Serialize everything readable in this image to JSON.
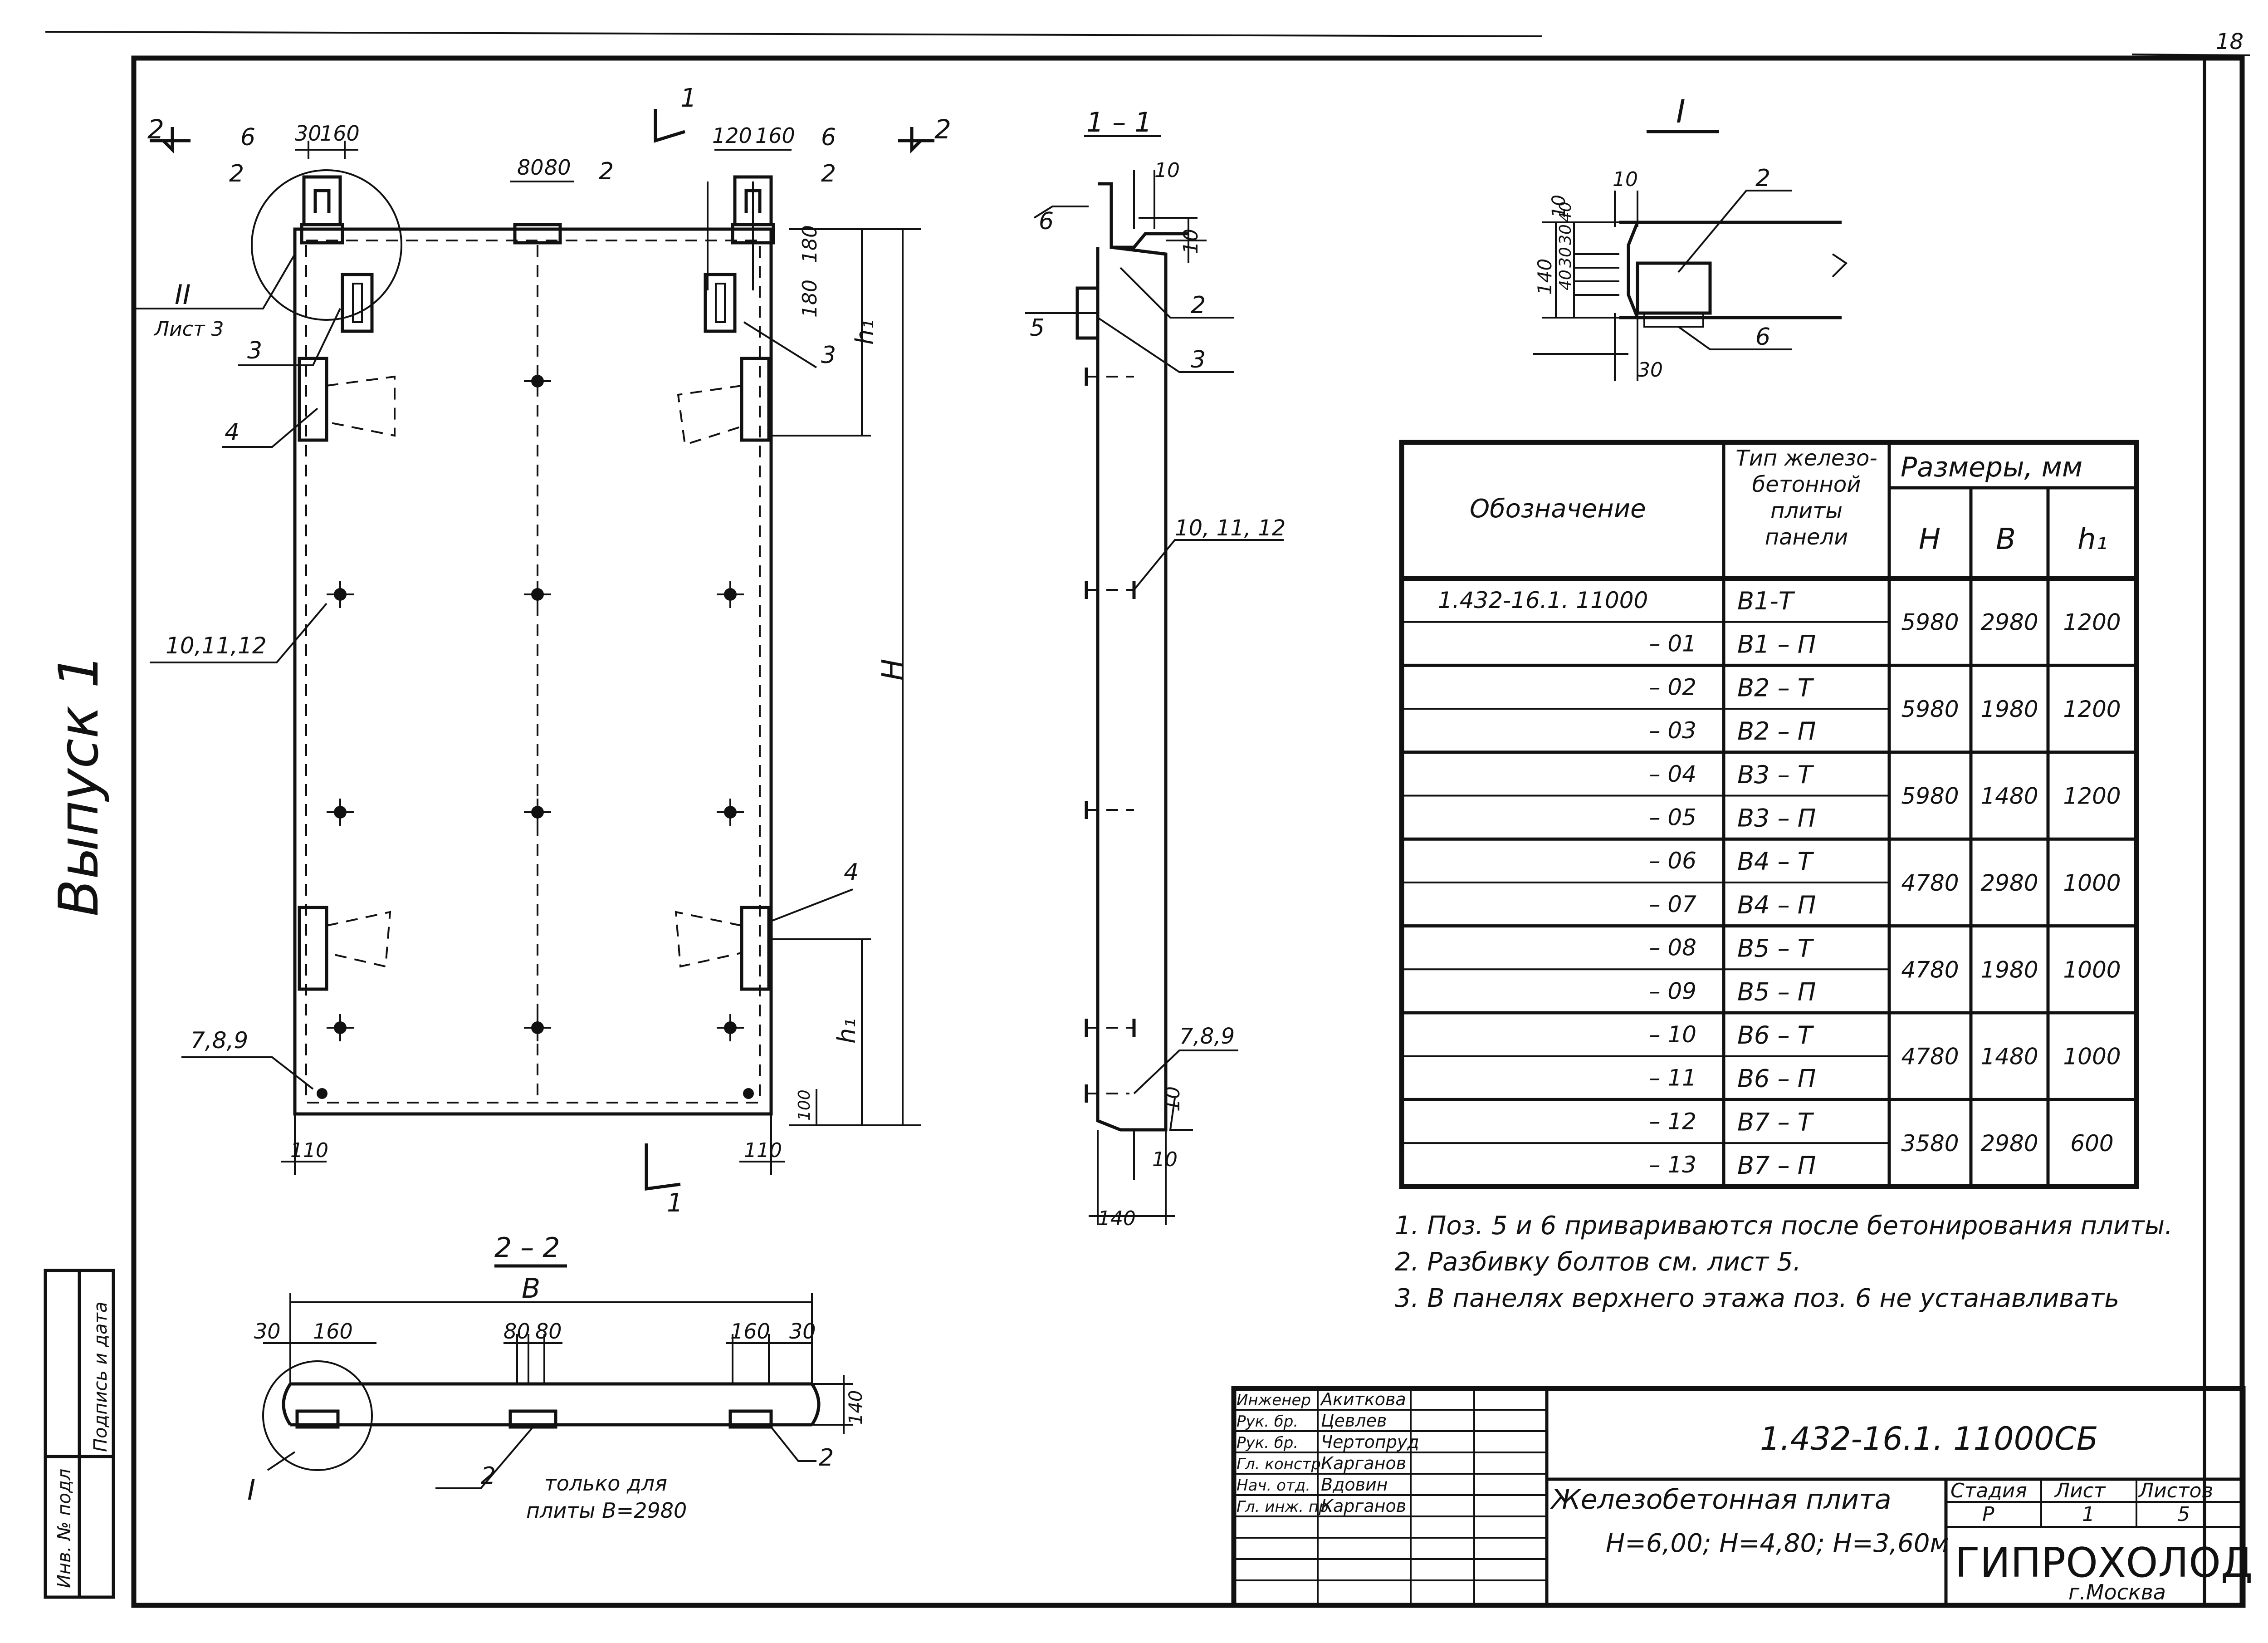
{
  "sheet_number": "18",
  "side": {
    "vypusk": "Выпуск 1"
  },
  "margin_stamp": {
    "col1": "Инв. № подл",
    "col2": "Подпись и дата"
  },
  "views": {
    "plan": {
      "section_mark_left": "2",
      "section_mark_right": "2",
      "cut_1_top": "1",
      "cut_1_bottom": "1",
      "dims_top_left": [
        "30",
        "160"
      ],
      "dims_top_mid": [
        "80",
        "80"
      ],
      "dims_top_right": [
        "120",
        "160"
      ],
      "dims_right_v": [
        "180",
        "180"
      ],
      "dim_h_upper": "h₁",
      "dim_H": "H",
      "dim_h_lower": "h₁",
      "dim_bottom_right_v": "100",
      "dims_bottom": [
        "110",
        "110"
      ],
      "pos_labels": [
        "6",
        "2",
        "2",
        "6",
        "2",
        "3",
        "3",
        "4",
        "4",
        "10,11,12",
        "7,8,9"
      ],
      "node_ref": "II",
      "node_ref_sheet": "Лист 3"
    },
    "section_1_1": {
      "title": "1 – 1",
      "dims": [
        "10",
        "10",
        "10",
        "10",
        "140"
      ],
      "pos_labels": [
        "6",
        "5",
        "2",
        "3",
        "10, 11, 12",
        "7,8,9"
      ]
    },
    "node_I": {
      "title": "I",
      "dims_v": [
        "140",
        "40",
        "30",
        "30",
        "40"
      ],
      "dims_other": [
        "10",
        "10",
        "30"
      ],
      "pos_labels": [
        "2",
        "6"
      ]
    },
    "section_2_2": {
      "title": "2 – 2",
      "dim_B": "B",
      "dims": [
        "30",
        "160",
        "80",
        "80",
        "160",
        "30"
      ],
      "dim_right_v": "140",
      "node_ref": "I",
      "pos_labels": [
        "2",
        "2"
      ],
      "note_line1": "только для",
      "note_line2": "плиты B=2980"
    }
  },
  "table": {
    "headers": {
      "designation": "Обозначение",
      "type": "Тип железо-бетонной плиты панели",
      "sizes": "Размеры, мм",
      "H": "H",
      "B": "B",
      "h1": "h₁"
    },
    "rows": [
      {
        "designation": "1.432-16.1. 11000",
        "type": "В1-Т"
      },
      {
        "designation": "– 01",
        "type": "В1 – П"
      },
      {
        "designation": "– 02",
        "type": "В2 – Т"
      },
      {
        "designation": "– 03",
        "type": "В2 – П"
      },
      {
        "designation": "– 04",
        "type": "В3 – Т"
      },
      {
        "designation": "– 05",
        "type": "В3 – П"
      },
      {
        "designation": "– 06",
        "type": "В4 – Т"
      },
      {
        "designation": "– 07",
        "type": "В4 – П"
      },
      {
        "designation": "– 08",
        "type": "В5 – Т"
      },
      {
        "designation": "– 09",
        "type": "В5 – П"
      },
      {
        "designation": "– 10",
        "type": "В6 – Т"
      },
      {
        "designation": "– 11",
        "type": "В6 – П"
      },
      {
        "designation": "– 12",
        "type": "В7 – Т"
      },
      {
        "designation": "– 13",
        "type": "В7 – П"
      }
    ],
    "groups": [
      {
        "H": "5980",
        "B": "2980",
        "h1": "1200"
      },
      {
        "H": "5980",
        "B": "1980",
        "h1": "1200"
      },
      {
        "H": "5980",
        "B": "1480",
        "h1": "1200"
      },
      {
        "H": "4780",
        "B": "2980",
        "h1": "1000"
      },
      {
        "H": "4780",
        "B": "1980",
        "h1": "1000"
      },
      {
        "H": "4780",
        "B": "1480",
        "h1": "1000"
      },
      {
        "H": "3580",
        "B": "2980",
        "h1": "600"
      }
    ]
  },
  "notes": [
    "1. Поз. 5 и 6 привариваются после бетонирования плиты.",
    "2. Разбивку болтов см. лист 5.",
    "3. В панелях верхнего этажа поз. 6 не устанавливать"
  ],
  "title_block": {
    "code": "1.432-16.1. 11000СБ",
    "title_line1": "Железобетонная плита",
    "title_line2": "H=6,00; H=4,80; H=3,60м",
    "stage_label": "Стадия",
    "sheet_label": "Лист",
    "sheets_label": "Листов",
    "stage": "Р",
    "sheet": "1",
    "sheets": "5",
    "org": "ГИПРОХОЛОД",
    "city": "г.Москва",
    "people": [
      {
        "role": "Инженер",
        "name": "Акиткова"
      },
      {
        "role": "Рук. бр.",
        "name": "Цевлев"
      },
      {
        "role": "Рук. бр.",
        "name": "Чертопруд"
      },
      {
        "role": "Гл. констр.",
        "name": "Карганов"
      },
      {
        "role": "Нач. отд.",
        "name": "Вдовин"
      },
      {
        "role": "Гл. инж. пр.",
        "name": "Карганов"
      }
    ]
  }
}
